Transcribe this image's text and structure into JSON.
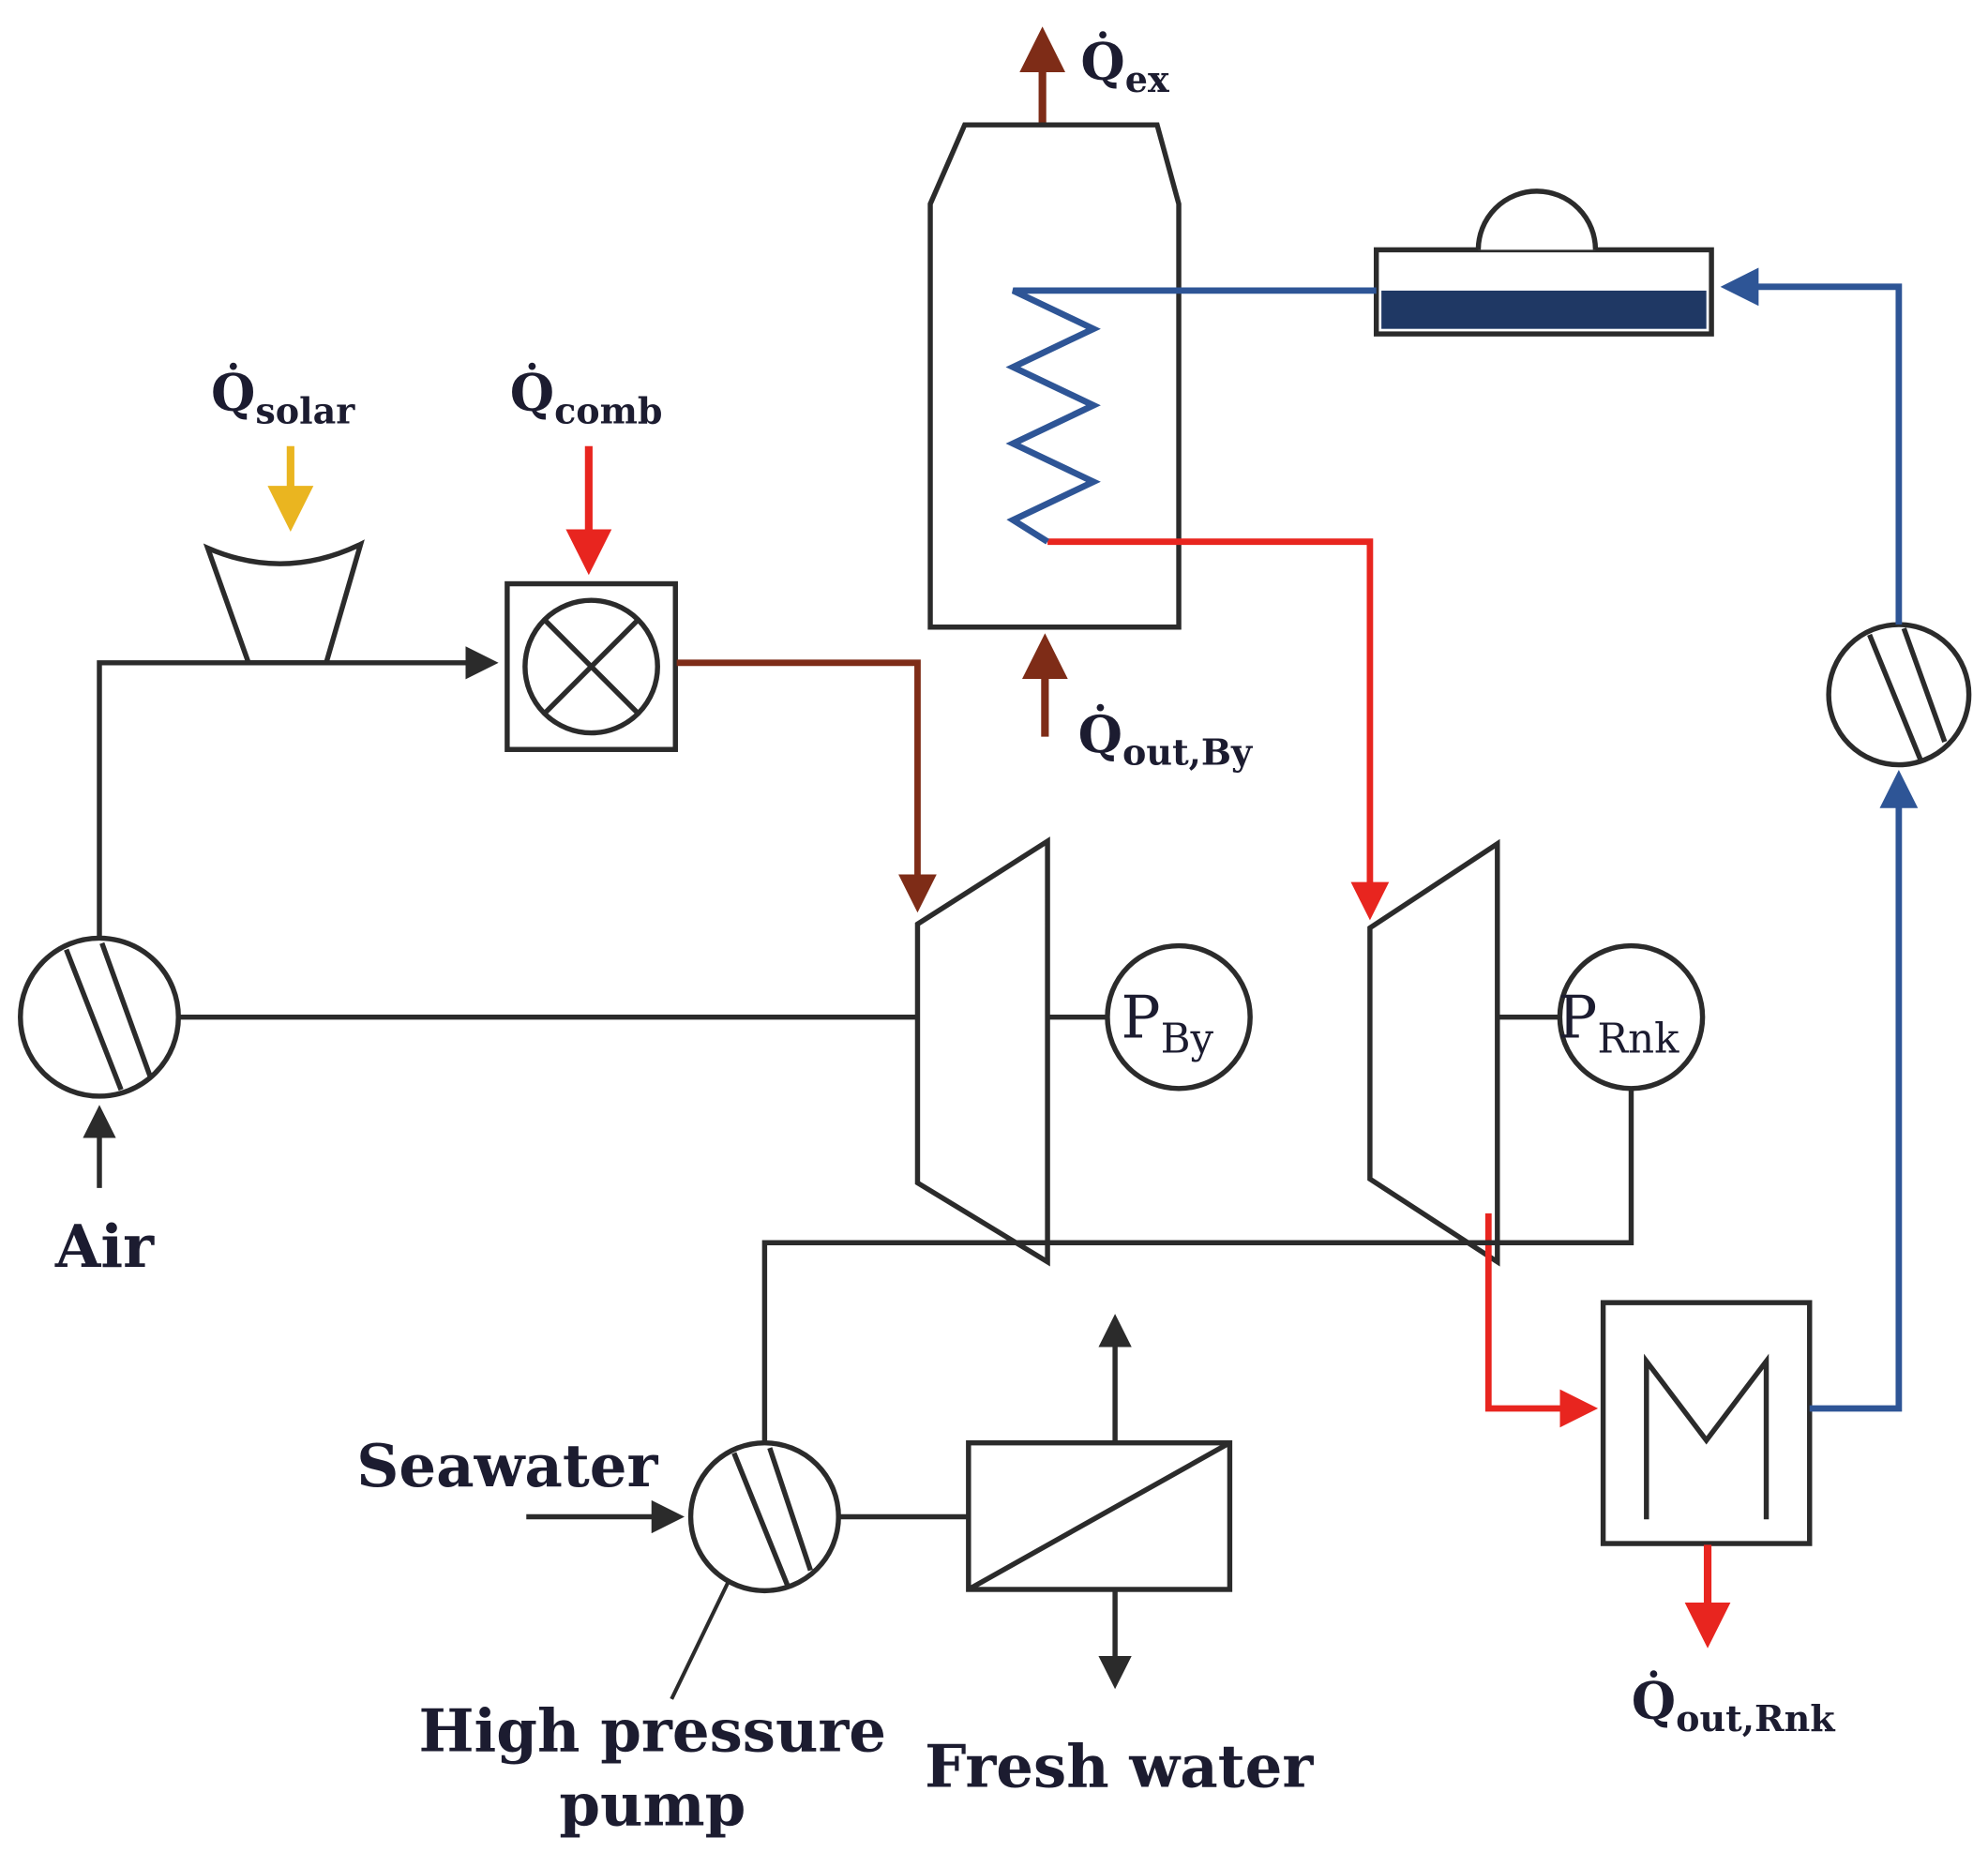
{
  "diagram": {
    "labels": {
      "q_ex": {
        "main": "Q̇",
        "sub": "ex"
      },
      "q_solar": {
        "main": "Q̇",
        "sub": "solar"
      },
      "q_comb": {
        "main": "Q̇",
        "sub": "comb"
      },
      "q_out_by": {
        "main": "Q̇",
        "sub": "out,By"
      },
      "q_out_rnk": {
        "main": "Q̇",
        "sub": "out,Rnk"
      },
      "p_by": {
        "main": "P",
        "sub": "By"
      },
      "p_rnk": {
        "main": "P",
        "sub": "Rnk"
      },
      "air": "Air",
      "seawater": "Seawater",
      "high_pressure_pump": {
        "line1": "High pressure",
        "line2": "pump"
      },
      "fresh_water": "Fresh water"
    },
    "colors": {
      "line_black": "#2b2b2b",
      "combustion_gas_maroon": "#7e2c17",
      "steam_red": "#e8251f",
      "water_blue": "#2e5596",
      "drum_fill_navy": "#1f3864",
      "solar_gold": "#eab520",
      "text": "#1c1c30"
    }
  }
}
